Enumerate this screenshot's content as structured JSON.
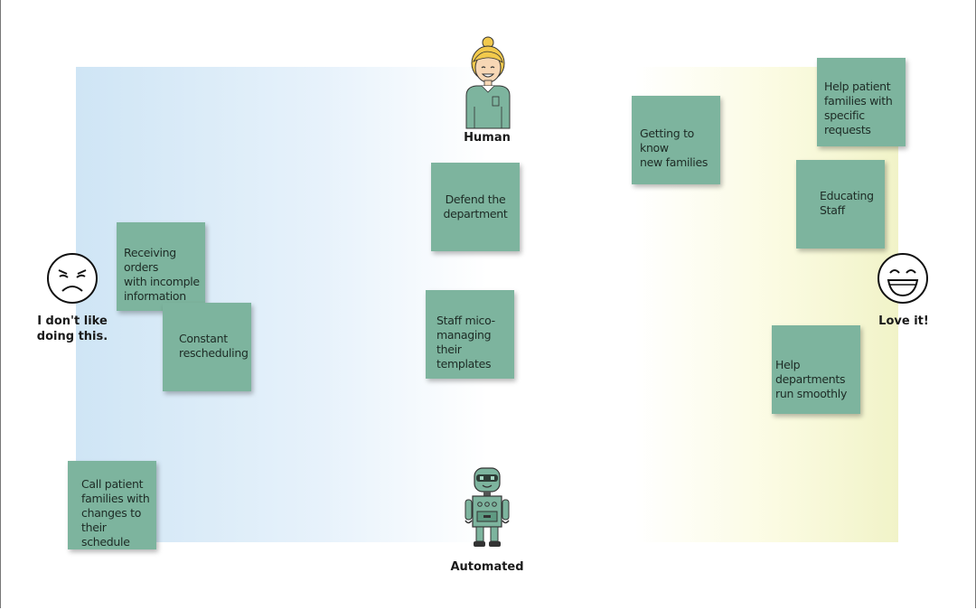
{
  "axis": {
    "top_label": "Human",
    "bottom_label": "Automated",
    "left_label": "I don't like\ndoing this.",
    "right_label": "Love it!"
  },
  "colors": {
    "note": "#7db49e",
    "left_gradient": "#cfe5f5",
    "right_gradient": "#f1f3c8"
  },
  "notes": [
    {
      "id": "receiving-orders",
      "text": "Receiving orders\nwith incomple\ninformation"
    },
    {
      "id": "constant-rescheduling",
      "text": "Constant\nrescheduling"
    },
    {
      "id": "call-patient-families",
      "text": "Call patient\nfamilies with\nchanges to\ntheir schedule"
    },
    {
      "id": "defend-department",
      "text": "Defend the\ndepartment"
    },
    {
      "id": "staff-micromanaging",
      "text": "Staff mico-\nmanaging their\ntemplates"
    },
    {
      "id": "getting-to-know",
      "text": "Getting to know\nnew families"
    },
    {
      "id": "help-patient-families",
      "text": "Help patient\nfamilies with\nspecific requests"
    },
    {
      "id": "educating-staff",
      "text": "Educating\nStaff"
    },
    {
      "id": "help-departments",
      "text": "Help departments\nrun smoothly"
    }
  ]
}
